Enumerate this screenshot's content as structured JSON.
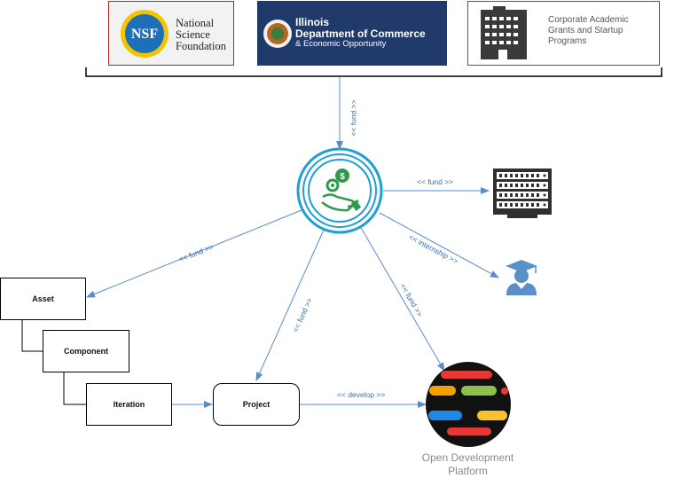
{
  "sponsors": {
    "nsf": {
      "logo_text": "NSF",
      "name_line1": "National",
      "name_line2": "Science",
      "name_line3": "Foundation"
    },
    "illinois": {
      "line1": "Illinois",
      "line2": "Department of Commerce",
      "line3": "& Economic Opportunity"
    },
    "corporate": {
      "text": "Corporate Academic Grants and Startup Programs"
    }
  },
  "edges": {
    "fund_top": "<< fund >>",
    "fund_infra": "<< fund >>",
    "internship": "<< internship >>",
    "fund_asset": "<< fund >>",
    "fund_project": "<< fund >>",
    "fund_platform": "<< fund >>",
    "develop": "<< develop >>"
  },
  "nodes": {
    "asset": "Asset",
    "component": "Component",
    "iteration": "Iteration",
    "project": "Project"
  },
  "platform": {
    "line1": "Open Development",
    "line2": "Platform"
  },
  "icons": [
    "funding-hand-icon",
    "server-rack-icon",
    "graduate-icon",
    "platform-logo-icon",
    "building-icon"
  ],
  "colors": {
    "edge": "#5b8bc9",
    "hub": "#1f9fd6",
    "platform_bars": [
      "#e53935",
      "#f4a100",
      "#8bc34a",
      "#1e88e5",
      "#fbc02d",
      "#e53935"
    ]
  }
}
